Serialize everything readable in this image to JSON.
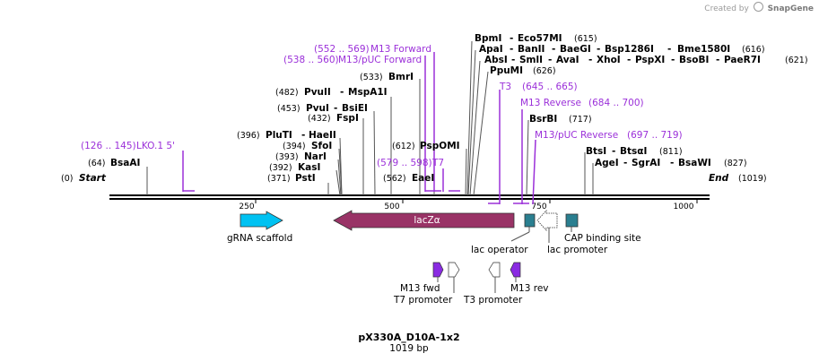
{
  "credit": {
    "prefix": "Created by",
    "brand": "SnapGene"
  },
  "plasmid": {
    "name": "pX330A_D10A-1x2",
    "length": "1019 bp"
  },
  "ends": {
    "start_pos": "(0)",
    "start_label": "Start",
    "end_label": "End",
    "end_pos": "(1019)"
  },
  "ticks": [
    "250",
    "500",
    "750",
    "1000"
  ],
  "sites": [
    {
      "pos": "(64)",
      "name": "BsaAI"
    },
    {
      "pos": "(371)",
      "name": "PstI"
    },
    {
      "pos": "(392)",
      "name": "KasI"
    },
    {
      "pos": "(393)",
      "name": "NarI"
    },
    {
      "pos": "(394)",
      "name": "SfoI"
    },
    {
      "pos": "(396)",
      "name": "PluTI",
      "extra": "HaeII"
    },
    {
      "pos": "(432)",
      "name": "FspI"
    },
    {
      "pos": "(453)",
      "name": "PvuI",
      "extra": "BsiEI"
    },
    {
      "pos": "(482)",
      "name": "PvuII",
      "extra": "MspA1I"
    },
    {
      "pos": "(533)",
      "name": "BmrI"
    },
    {
      "pos": "(562)",
      "name": "EaeI"
    },
    {
      "pos": "(612)",
      "name": "PspOMI"
    },
    {
      "name": "BpmI",
      "extra": "Eco57MI",
      "pos": "(615)"
    },
    {
      "name": "ApaI",
      "extra": "BanII",
      "extra2": "BaeGI",
      "extra3": "Bsp1286I",
      "extra4": "Bme1580I",
      "pos": "(616)"
    },
    {
      "name": "AbsI",
      "extra": "SmlI",
      "extra2": "AvaI",
      "extra3": "XhoI",
      "extra4": "PspXI",
      "extra5": "BsoBI",
      "extra6": "PaeR7I",
      "pos": "(621)"
    },
    {
      "name": "PpuMI",
      "pos": "(626)"
    },
    {
      "name": "BsrBI",
      "pos": "(717)"
    },
    {
      "name": "BtsI",
      "extra": "BtsαI",
      "pos": "(811)"
    },
    {
      "name": "AgeI",
      "extra": "SgrAI",
      "extra2": "BsaWI",
      "pos": "(827)"
    }
  ],
  "primers": [
    {
      "range": "(126 .. 145)",
      "name": "LKO.1 5'"
    },
    {
      "range": "(552 .. 569)",
      "name": "M13 Forward"
    },
    {
      "range": "(538 .. 560)",
      "name": "M13/pUC Forward"
    },
    {
      "range": "(579 .. 598)",
      "name": "T7"
    },
    {
      "range": "(645 .. 665)",
      "name": "T3"
    },
    {
      "range": "(684 .. 700)",
      "name": "M13 Reverse"
    },
    {
      "range": "(697 .. 719)",
      "name": "M13/pUC Reverse"
    }
  ],
  "features": {
    "grna": "gRNA scaffold",
    "lacza": "lacZα",
    "lac_operator": "lac operator",
    "cap_site": "CAP binding site",
    "lac_promoter": "lac promoter",
    "m13_fwd": "M13 fwd",
    "t7_promoter": "T7 promoter",
    "t3_promoter": "T3 promoter",
    "m13_rev": "M13 rev"
  },
  "colors": {
    "grna": "#00c2f2",
    "lacza": "#993366",
    "lac_operator": "#2a7f90",
    "cap_site": "#2a7f90",
    "primer": "#9b30d9",
    "m13_promoter": "#8a2be2"
  }
}
